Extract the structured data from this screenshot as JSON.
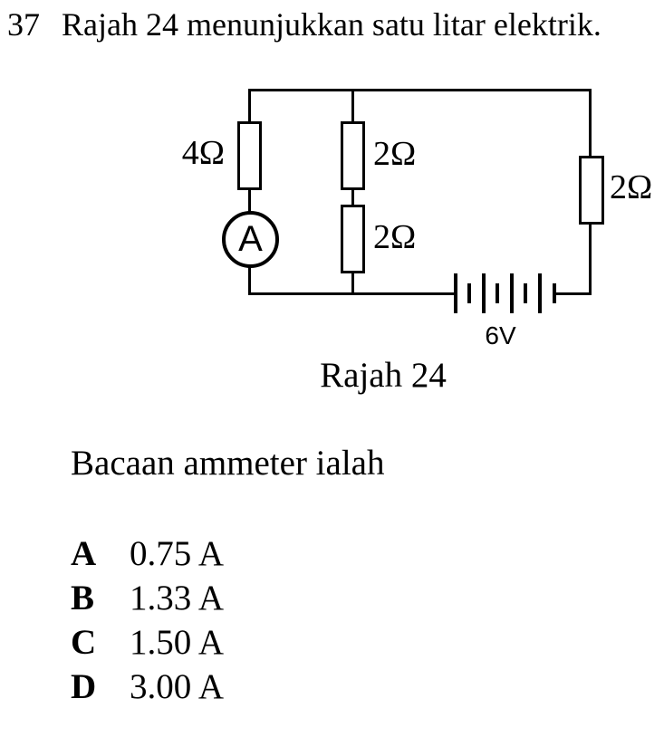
{
  "question": {
    "number": "37",
    "text": "Rajah 24 menunjukkan satu litar elektrik."
  },
  "figure": {
    "caption": "Rajah 24",
    "circuit": {
      "left_resistor_label": "4Ω",
      "middle_top_resistor_label": "2Ω",
      "middle_bottom_resistor_label": "2Ω",
      "right_resistor_label": "2Ω",
      "ammeter_label": "A",
      "battery_label": "6V"
    }
  },
  "prompt": "Bacaan ammeter ialah",
  "options": [
    {
      "letter": "A",
      "value": "0.75 A"
    },
    {
      "letter": "B",
      "value": "1.33 A"
    },
    {
      "letter": "C",
      "value": "1.50 A"
    },
    {
      "letter": "D",
      "value": "3.00 A"
    }
  ],
  "colors": {
    "ink": "#000000",
    "background": "#ffffff"
  }
}
